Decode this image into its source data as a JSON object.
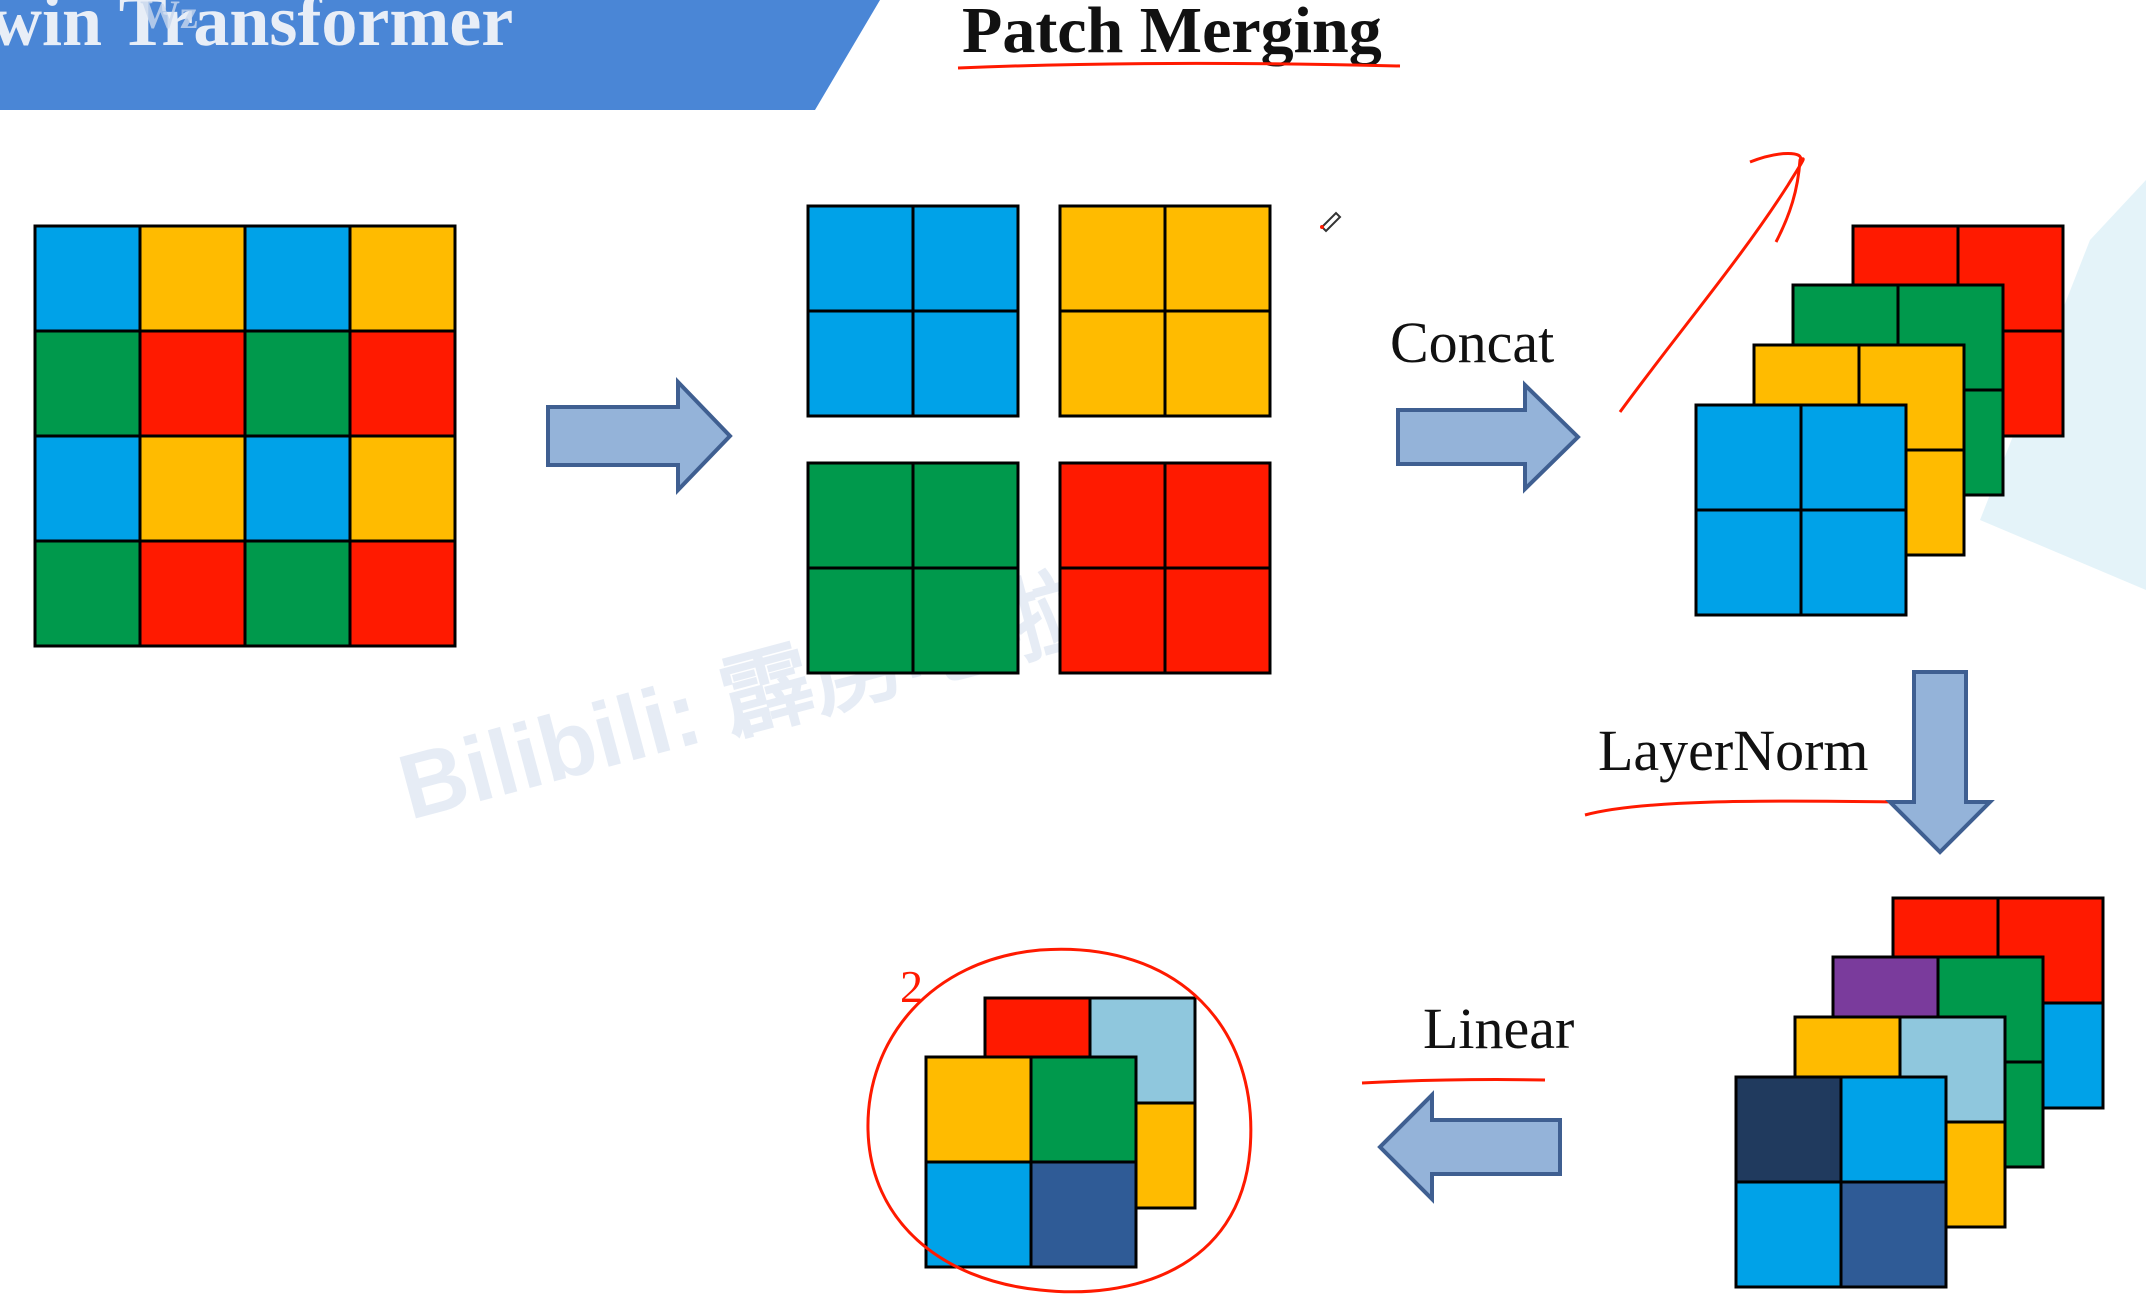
{
  "header": {
    "banner_text": "win Transformer",
    "banner_overlay_text": "Wz",
    "title": "Patch Merging"
  },
  "labels": {
    "concat": "Concat",
    "layernorm": "LayerNorm",
    "linear": "Linear"
  },
  "watermark": "Bilibili: 霹雳吧啦Wz",
  "annotation": "2",
  "colors": {
    "blue": "#00a2e8",
    "yellow": "#ffbb00",
    "green": "#00994c",
    "red": "#ff1a00",
    "light_blue": "#8fc7dd",
    "purple": "#7a3b9c",
    "navy": "#203a5e",
    "steel_blue": "#2f5b96",
    "banner": "#4a86d6",
    "arrow_fill": "#94b3d9",
    "arrow_stroke": "#3f5f91",
    "ink": "#ff1a00"
  }
}
